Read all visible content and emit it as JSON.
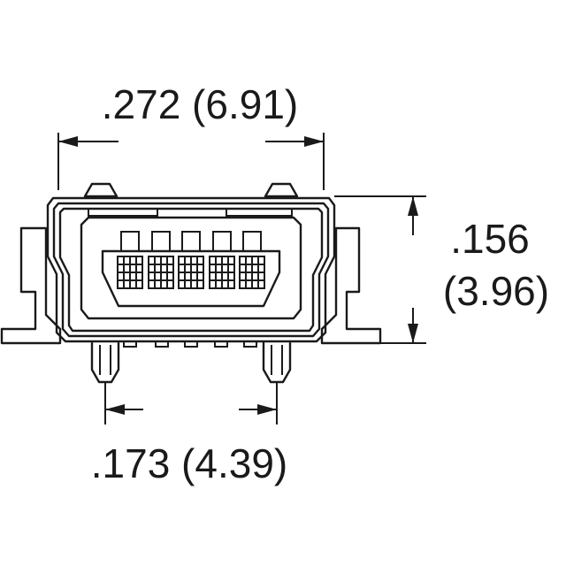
{
  "diagram": {
    "dimensions": {
      "overall_width": ".272 (6.91)",
      "height_line1": ".156",
      "height_line2": "(3.96)",
      "pin_spacing": ".173 (4.39)"
    },
    "colors": {
      "line": "#1a1a1a",
      "background": "#ffffff"
    },
    "contact_count": 5
  }
}
